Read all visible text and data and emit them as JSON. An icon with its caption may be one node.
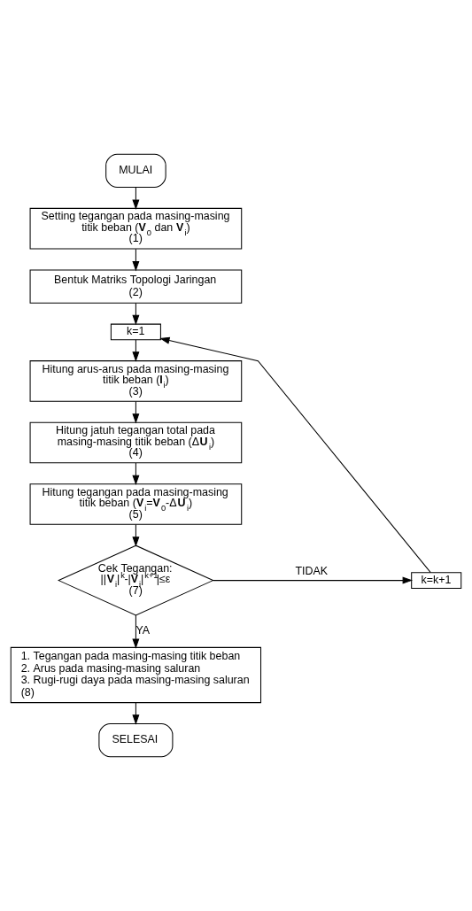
{
  "diagram": {
    "nodes": [
      {
        "text": [
          "MULAI"
        ]
      },
      {
        "text": [
          "Setting tegangan pada masing-masing titik beban (**V**$_{0}$ dan **V**$_{i}$)",
          "(1)"
        ]
      },
      {
        "text": [
          "Bentuk Matriks Topologi Jaringan",
          "(2)"
        ]
      },
      {
        "text": [
          "k=1"
        ]
      },
      {
        "text": [
          "Hitung arus-arus pada masing-masing titik beban (**I**$_{i}$)",
          "(3)"
        ]
      },
      {
        "text": [
          "Hitung jatuh tegangan total pada masing-masing titik beban (Δ**U**$_{i}$)",
          "(4)"
        ]
      },
      {
        "text": [
          "Hitung tegangan pada masing-masing titik beban (**V**$_{i}$=**V**$_{0}$-Δ**U**$_{i}$)",
          "(5)"
        ]
      },
      {
        "text": [
          "Cek Tegangan:",
          "||**V**$_{i}$|$^{k}$-|**V**$_{i}$|$^{k+1}$|≤ε",
          "(7)"
        ]
      },
      {
        "text": [
          "k=k+1"
        ]
      },
      {
        "text": [
          "1. Tegangan pada masing-masing titik beban",
          "2. Arus pada masing-masing saluran",
          "3. Rugi-rugi daya pada masing-masing saluran",
          "(8)"
        ]
      },
      {
        "text": [
          "SELESAI"
        ]
      }
    ],
    "edges": [
      {
        "from": 0,
        "to": 1,
        "arrow": "to"
      },
      {
        "from": 1,
        "to": 2,
        "arrow": "to"
      },
      {
        "from": 2,
        "to": 3,
        "arrow": "to"
      },
      {
        "from": 3,
        "to": 4,
        "arrow": "to"
      },
      {
        "from": 4,
        "to": 5,
        "arrow": "to"
      },
      {
        "from": 5,
        "to": 6,
        "arrow": "to"
      },
      {
        "from": 6,
        "to": 7,
        "arrow": "to"
      },
      {
        "from": 7,
        "to": 8,
        "arrow": "to",
        "label": "TIDAK"
      },
      {
        "from": 8,
        "to": 3,
        "arrow": "to"
      },
      {
        "from": 7,
        "to": 9,
        "arrow": "to",
        "label": "YA"
      },
      {
        "from": 9,
        "to": 10,
        "arrow": "to"
      }
    ]
  }
}
